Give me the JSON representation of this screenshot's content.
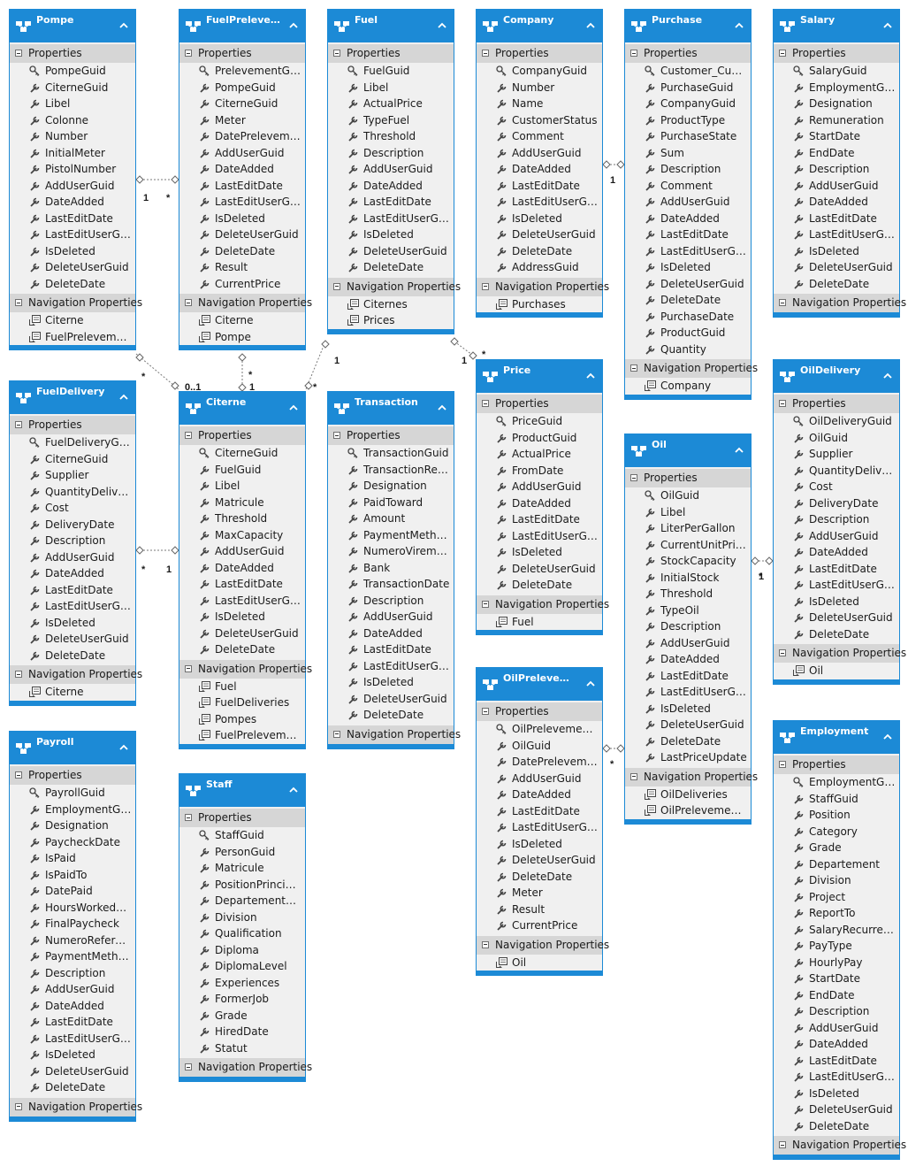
{
  "labels": {
    "properties": "Properties",
    "navigation": "Navigation Properties"
  },
  "entities": [
    {
      "key": "pompe",
      "title": "Pompe",
      "properties": [
        "PompeGuid",
        "CiterneGuid",
        "Libel",
        "Colonne",
        "Number",
        "InitialMeter",
        "PistolNumber",
        "AddUserGuid",
        "DateAdded",
        "LastEditDate",
        "LastEditUserGuid",
        "IsDeleted",
        "DeleteUserGuid",
        "DeleteDate"
      ],
      "navigation": [
        "Citerne",
        "FuelPrelevements"
      ]
    },
    {
      "key": "fuelprelevement",
      "title": "FuelPrelevem...",
      "properties": [
        "PrelevementGuid",
        "PompeGuid",
        "CiterneGuid",
        "Meter",
        "DatePrelevement",
        "AddUserGuid",
        "DateAdded",
        "LastEditDate",
        "LastEditUserGuid",
        "IsDeleted",
        "DeleteUserGuid",
        "DeleteDate",
        "Result",
        "CurrentPrice"
      ],
      "navigation": [
        "Citerne",
        "Pompe"
      ]
    },
    {
      "key": "fuel",
      "title": "Fuel",
      "properties": [
        "FuelGuid",
        "Libel",
        "ActualPrice",
        "TypeFuel",
        "Threshold",
        "Description",
        "AddUserGuid",
        "DateAdded",
        "LastEditDate",
        "LastEditUserGuid",
        "IsDeleted",
        "DeleteUserGuid",
        "DeleteDate"
      ],
      "navigation": [
        "Citernes",
        "Prices"
      ]
    },
    {
      "key": "company",
      "title": "Company",
      "properties": [
        "CompanyGuid",
        "Number",
        "Name",
        "CustomerStatus",
        "Comment",
        "AddUserGuid",
        "DateAdded",
        "LastEditDate",
        "LastEditUserGuid",
        "IsDeleted",
        "DeleteUserGuid",
        "DeleteDate",
        "AddressGuid"
      ],
      "navigation": [
        "Purchases"
      ]
    },
    {
      "key": "purchase",
      "title": "Purchase",
      "properties": [
        "Customer_Custo...",
        "PurchaseGuid",
        "CompanyGuid",
        "ProductType",
        "PurchaseState",
        "Sum",
        "Description",
        "Comment",
        "AddUserGuid",
        "DateAdded",
        "LastEditDate",
        "LastEditUserGuid",
        "IsDeleted",
        "DeleteUserGuid",
        "DeleteDate",
        "PurchaseDate",
        "ProductGuid",
        "Quantity"
      ],
      "navigation": [
        "Company"
      ]
    },
    {
      "key": "salary",
      "title": "Salary",
      "properties": [
        "SalaryGuid",
        "EmploymentGuid",
        "Designation",
        "Remuneration",
        "StartDate",
        "EndDate",
        "Description",
        "AddUserGuid",
        "DateAdded",
        "LastEditDate",
        "LastEditUserGuid",
        "IsDeleted",
        "DeleteUserGuid",
        "DeleteDate"
      ],
      "navigation": []
    },
    {
      "key": "fueldelivery",
      "title": "FuelDelivery",
      "properties": [
        "FuelDeliveryGuid",
        "CiterneGuid",
        "Supplier",
        "QuantityDelivered",
        "Cost",
        "DeliveryDate",
        "Description",
        "AddUserGuid",
        "DateAdded",
        "LastEditDate",
        "LastEditUserGuid",
        "IsDeleted",
        "DeleteUserGuid",
        "DeleteDate"
      ],
      "navigation": [
        "Citerne"
      ]
    },
    {
      "key": "citerne",
      "title": "Citerne",
      "properties": [
        "CiterneGuid",
        "FuelGuid",
        "Libel",
        "Matricule",
        "Threshold",
        "MaxCapacity",
        "AddUserGuid",
        "DateAdded",
        "LastEditDate",
        "LastEditUserGuid",
        "IsDeleted",
        "DeleteUserGuid",
        "DeleteDate"
      ],
      "navigation": [
        "Fuel",
        "FuelDeliveries",
        "Pompes",
        "FuelPrelevements"
      ]
    },
    {
      "key": "transaction",
      "title": "Transaction",
      "properties": [
        "TransactionGuid",
        "TransactionRefer...",
        "Designation",
        "PaidToward",
        "Amount",
        "PaymentMethode",
        "NumeroVirement",
        "Bank",
        "TransactionDate",
        "Description",
        "AddUserGuid",
        "DateAdded",
        "LastEditDate",
        "LastEditUserGuid",
        "IsDeleted",
        "DeleteUserGuid",
        "DeleteDate"
      ],
      "navigation": []
    },
    {
      "key": "price",
      "title": "Price",
      "properties": [
        "PriceGuid",
        "ProductGuid",
        "ActualPrice",
        "FromDate",
        "AddUserGuid",
        "DateAdded",
        "LastEditDate",
        "LastEditUserGuid",
        "IsDeleted",
        "DeleteUserGuid",
        "DeleteDate"
      ],
      "navigation": [
        "Fuel"
      ]
    },
    {
      "key": "oil",
      "title": "Oil",
      "properties": [
        "OilGuid",
        "Libel",
        "LiterPerGallon",
        "CurrentUnitPrice",
        "StockCapacity",
        "InitialStock",
        "Threshold",
        "TypeOil",
        "Description",
        "AddUserGuid",
        "DateAdded",
        "LastEditDate",
        "LastEditUserGuid",
        "IsDeleted",
        "DeleteUserGuid",
        "DeleteDate",
        "LastPriceUpdate"
      ],
      "navigation": [
        "OilDeliveries",
        "OilPrelevements"
      ]
    },
    {
      "key": "oildelivery",
      "title": "OilDelivery",
      "properties": [
        "OilDeliveryGuid",
        "OilGuid",
        "Supplier",
        "QuantityDelivered",
        "Cost",
        "DeliveryDate",
        "Description",
        "AddUserGuid",
        "DateAdded",
        "LastEditDate",
        "LastEditUserGuid",
        "IsDeleted",
        "DeleteUserGuid",
        "DeleteDate"
      ],
      "navigation": [
        "Oil"
      ]
    },
    {
      "key": "payroll",
      "title": "Payroll",
      "properties": [
        "PayrollGuid",
        "EmploymentGuid",
        "Designation",
        "PaycheckDate",
        "IsPaid",
        "IsPaidTo",
        "DatePaid",
        "HoursWorkedTic...",
        "FinalPaycheck",
        "NumeroReference",
        "PaymentMethode",
        "Description",
        "AddUserGuid",
        "DateAdded",
        "LastEditDate",
        "LastEditUserGuid",
        "IsDeleted",
        "DeleteUserGuid",
        "DeleteDate"
      ],
      "navigation": []
    },
    {
      "key": "staff",
      "title": "Staff",
      "properties": [
        "StaffGuid",
        "PersonGuid",
        "Matricule",
        "PositionPrincipale",
        "DepartementPri...",
        "Division",
        "Qualification",
        "Diploma",
        "DiplomaLevel",
        "Experiences",
        "FormerJob",
        "Grade",
        "HiredDate",
        "Statut"
      ],
      "navigation": []
    },
    {
      "key": "oilprelevement",
      "title": "OilPrelevement",
      "properties": [
        "OilPrelevement...",
        "OilGuid",
        "DatePrelevement",
        "AddUserGuid",
        "DateAdded",
        "LastEditDate",
        "LastEditUserGuid",
        "IsDeleted",
        "DeleteUserGuid",
        "DeleteDate",
        "Meter",
        "Result",
        "CurrentPrice"
      ],
      "navigation": [
        "Oil"
      ]
    },
    {
      "key": "employment",
      "title": "Employment",
      "properties": [
        "EmploymentGuid",
        "StaffGuid",
        "Position",
        "Category",
        "Grade",
        "Departement",
        "Division",
        "Project",
        "ReportTo",
        "SalaryRecurrence",
        "PayType",
        "HourlyPay",
        "StartDate",
        "EndDate",
        "Description",
        "AddUserGuid",
        "DateAdded",
        "LastEditDate",
        "LastEditUserGuid",
        "IsDeleted",
        "DeleteUserGuid",
        "DeleteDate"
      ],
      "navigation": []
    }
  ],
  "multiplicities": [
    {
      "text": "1"
    },
    {
      "text": "*"
    },
    {
      "text": "*"
    },
    {
      "text": "0..1"
    },
    {
      "text": "*"
    },
    {
      "text": "1"
    },
    {
      "text": "1"
    },
    {
      "text": "*"
    },
    {
      "text": "1"
    },
    {
      "text": "*"
    },
    {
      "text": "*"
    },
    {
      "text": "1"
    },
    {
      "text": "1"
    },
    {
      "text": "*"
    },
    {
      "text": "*"
    },
    {
      "text": "1"
    }
  ],
  "colors": {
    "accent": "#1c8ad6",
    "panel": "#f0f0f0",
    "section": "#d6d6d6",
    "text": "#1a1a1a"
  }
}
